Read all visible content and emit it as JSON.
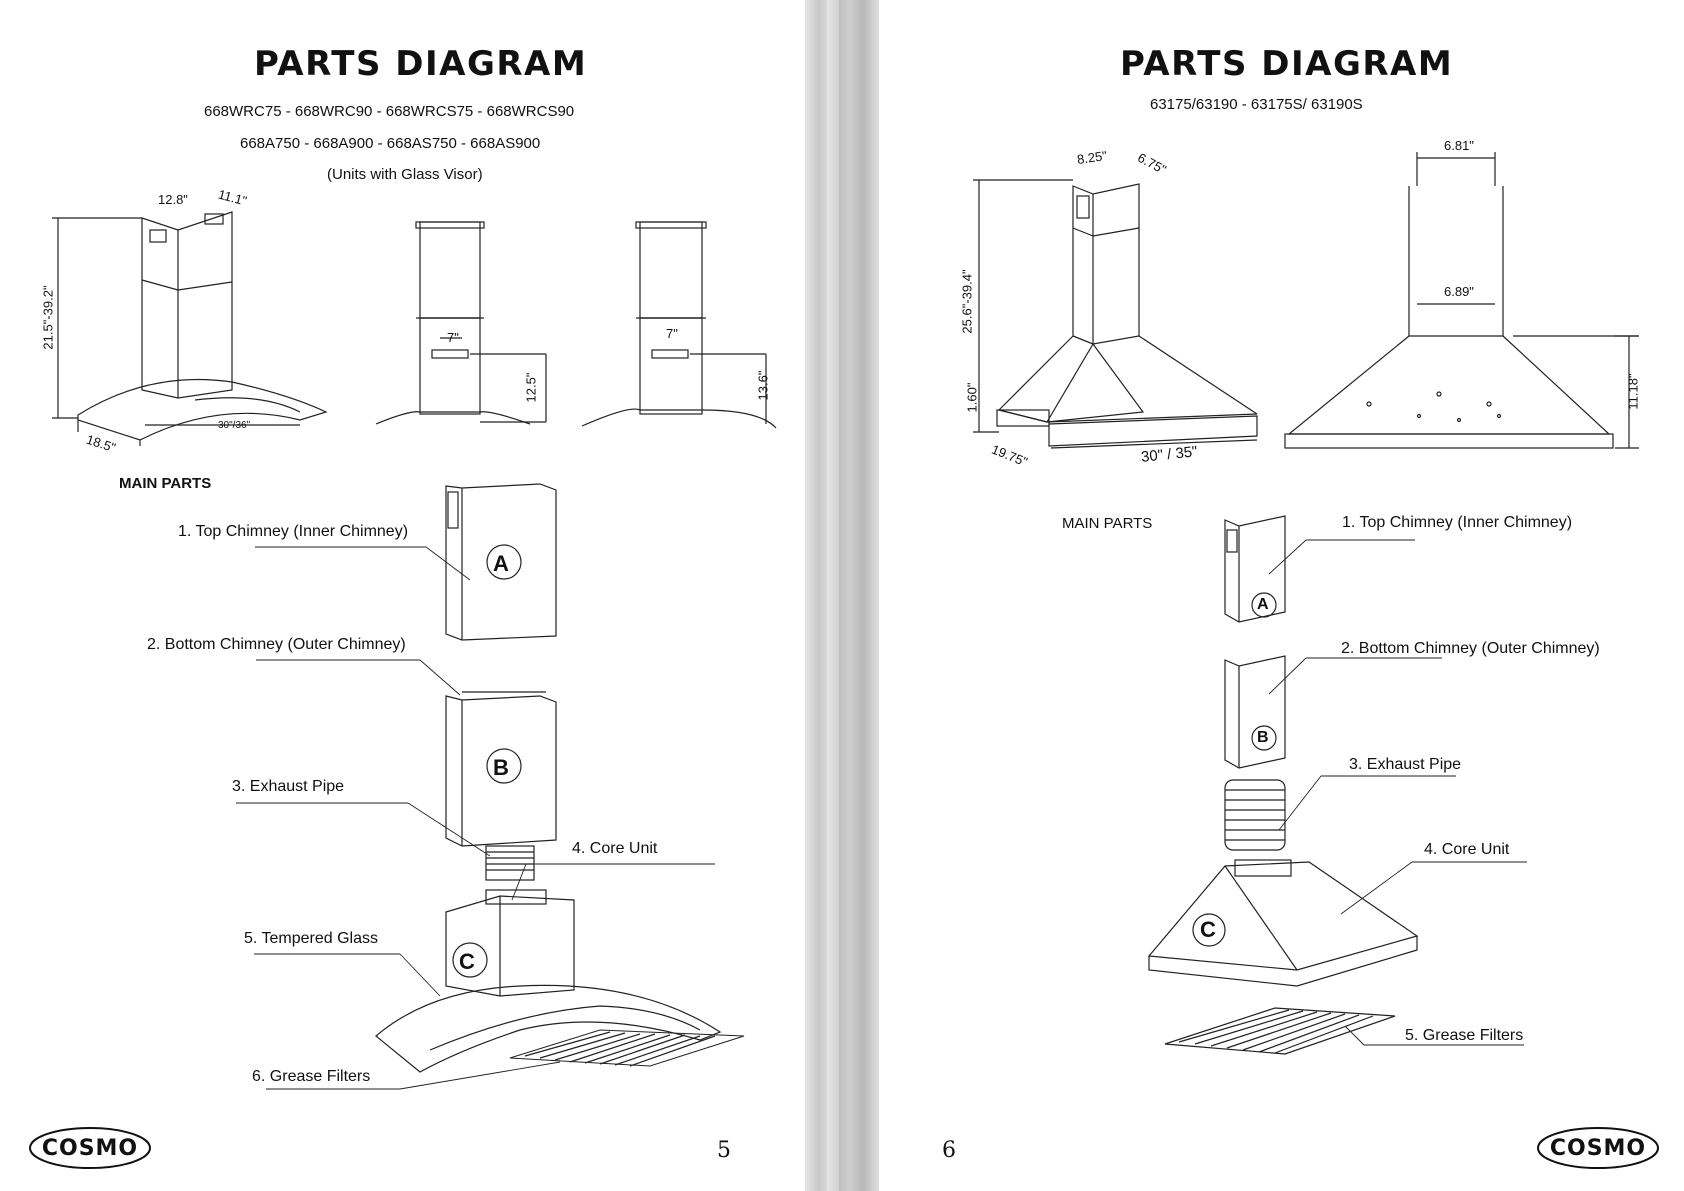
{
  "left_page": {
    "title": "PARTS DIAGRAM",
    "models_line1": "668WRC75 - 668WRC90 - 668WRCS75 - 668WRCS90",
    "models_line2": "668A750 - 668A900 - 668AS750 - 668AS900",
    "note": "(Units with Glass Visor)",
    "dimensions": {
      "chimney_width": "12.8\"",
      "chimney_depth": "11.1\"",
      "height_range": "21.5\"-39.2\"",
      "hood_depth": "18.5\"",
      "hood_width": "30\"/36\"",
      "duct_front": "7\"",
      "duct_side": "7\"",
      "height_front": "12.5\"",
      "height_side": "13.6\""
    },
    "main_parts_heading": "MAIN PARTS",
    "parts": [
      "1.  Top Chimney (Inner Chimney)",
      "2. Bottom Chimney (Outer Chimney)",
      "3. Exhaust Pipe",
      "4. Core Unit",
      "5. Tempered Glass",
      "6. Grease Filters"
    ],
    "callouts": [
      "A",
      "B",
      "C"
    ],
    "page_number": "5",
    "logo": "COSMO"
  },
  "right_page": {
    "title": "PARTS DIAGRAM",
    "models_line1": "63175/63190 - 63175S/ 63190S",
    "dimensions": {
      "chimney_width": "8.25\"",
      "chimney_depth": "6.75\"",
      "height_range": "25.6\"-39.4\"",
      "hood_edge": "1.60\"",
      "hood_depth": "19.75\"",
      "hood_width": "30\" / 35\"",
      "duct_top": "6.81\"",
      "duct_mid": "6.89\"",
      "hood_height": "11.18\""
    },
    "main_parts_heading": "MAIN PARTS",
    "parts": [
      "1.  Top Chimney (Inner Chimney)",
      "2. Bottom Chimney (Outer Chimney)",
      "3. Exhaust Pipe",
      "4. Core Unit",
      "5. Grease Filters"
    ],
    "callouts": [
      "A",
      "B",
      "C"
    ],
    "page_number": "6",
    "logo": "COSMO"
  }
}
